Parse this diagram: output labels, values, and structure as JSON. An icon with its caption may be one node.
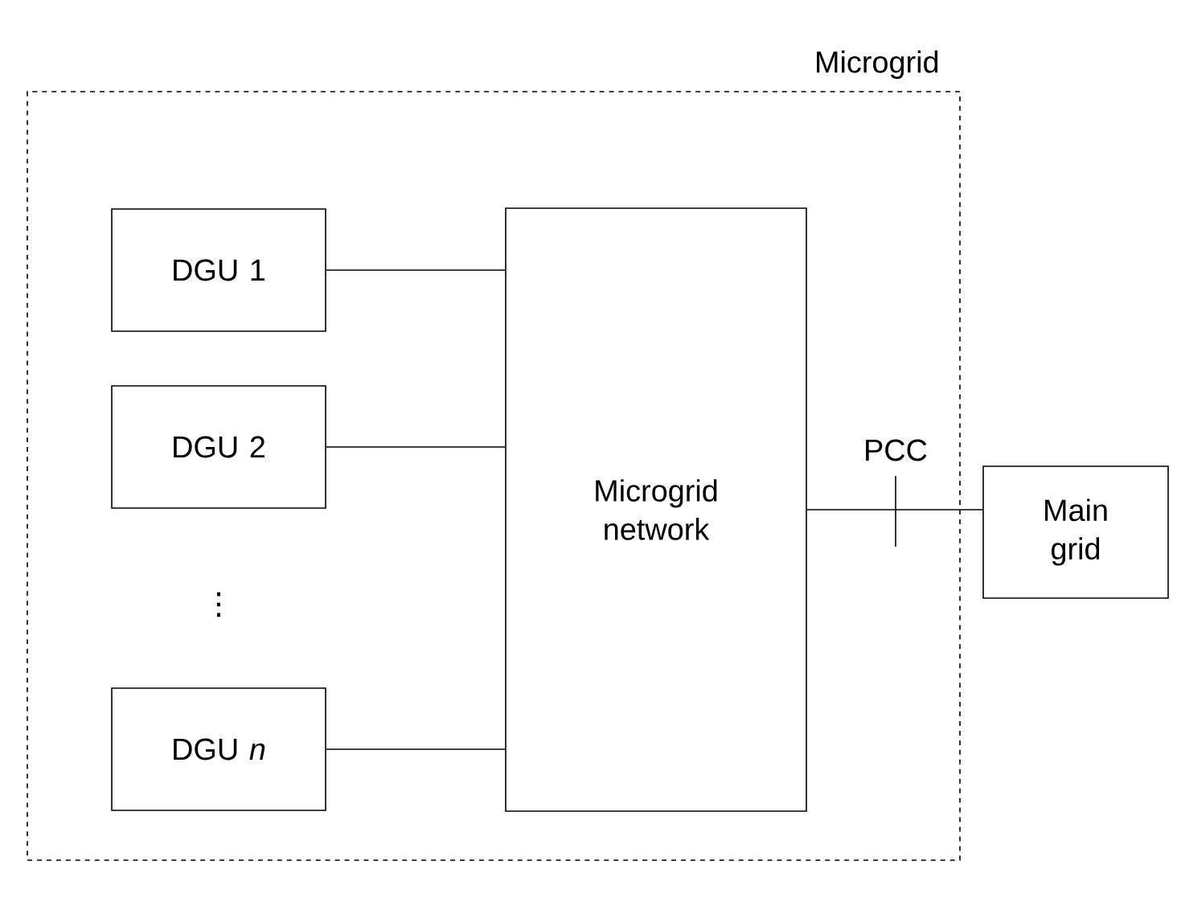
{
  "diagram": {
    "nodes": [
      {
        "text": [
          "Microgrid"
        ]
      },
      {
        "text": [
          "DGU 1"
        ],
        "in": 0
      },
      {
        "text": [
          "DGU 2"
        ],
        "in": 0
      },
      {
        "text": [
          "DGU *n*"
        ],
        "in": 0
      },
      {
        "text": [
          "Microgrid network"
        ],
        "in": 0
      },
      {
        "text": [
          "Main grid"
        ]
      }
    ],
    "edges": [
      {
        "from": 1,
        "to": 4,
        "arrow": "none"
      },
      {
        "from": 2,
        "to": 4,
        "arrow": "none"
      },
      {
        "from": 3,
        "to": 4,
        "arrow": "none"
      },
      {
        "from": 4,
        "to": 5,
        "arrow": "none"
      }
    ],
    "labels": [
      "⋮",
      "PCC"
    ]
  }
}
